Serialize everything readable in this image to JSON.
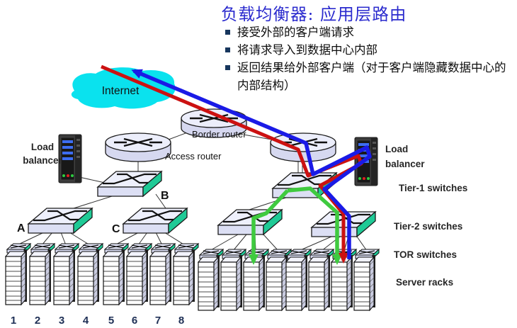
{
  "title": "负载均衡器: 应用层路由",
  "bullets": [
    "接受外部的客户端请求",
    "将请求导入到数据中心内部",
    "返回结果给外部客户端（对于客户端隐藏数据中心的内部结构）"
  ],
  "diagram": {
    "internet": "Internet",
    "border_router": "Border router",
    "access_router": "Access router",
    "load_balancer_left": {
      "line1": "Load",
      "line2": "balancer"
    },
    "load_balancer_right": {
      "line1": "Load",
      "line2": "balancer"
    },
    "switch_a": "A",
    "switch_b": "B",
    "switch_c": "C",
    "tier1_label": "Tier-1 switches",
    "tier2_label": "Tier-2 switches",
    "tor_label": "TOR switches",
    "server_racks_label": "Server racks",
    "rack_numbers": [
      "1",
      "2",
      "3",
      "4",
      "5",
      "6",
      "7",
      "8"
    ],
    "colors": {
      "title_text": "#2b2bce",
      "request_arrow": "#cc1111",
      "response_arrow": "#1a1ae6",
      "internal_arrow": "#3fca3f",
      "cloud": "#0ae2ee",
      "switch_side": "#1fca96"
    }
  }
}
